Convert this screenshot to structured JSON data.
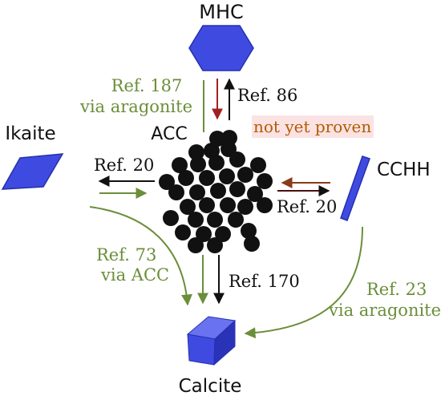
{
  "nodes": {
    "mhc": "MHC",
    "ikaite": "Ikaite",
    "acc": "ACC",
    "cchh": "CCHH",
    "calcite": "Calcite"
  },
  "labels": {
    "ref187": "Ref. 187",
    "via_aragonite_1": "via aragonite",
    "ref86": "Ref. 86",
    "not_yet_proven": "not yet proven",
    "ref20_left": "Ref. 20",
    "ref20_right": "Ref. 20",
    "ref73": "Ref. 73",
    "via_acc": "via ACC",
    "ref170": "Ref. 170",
    "ref23": "Ref. 23",
    "via_aragonite_2": "via aragonite"
  },
  "colors": {
    "crystal_blue": "#3f4be0",
    "crystal_dark": "#2530b0",
    "green": "#6b8e3a",
    "dark_red": "#a02020",
    "black": "#111111",
    "orange_text": "#b35a00",
    "pink_bg": "#fbe3e3"
  }
}
